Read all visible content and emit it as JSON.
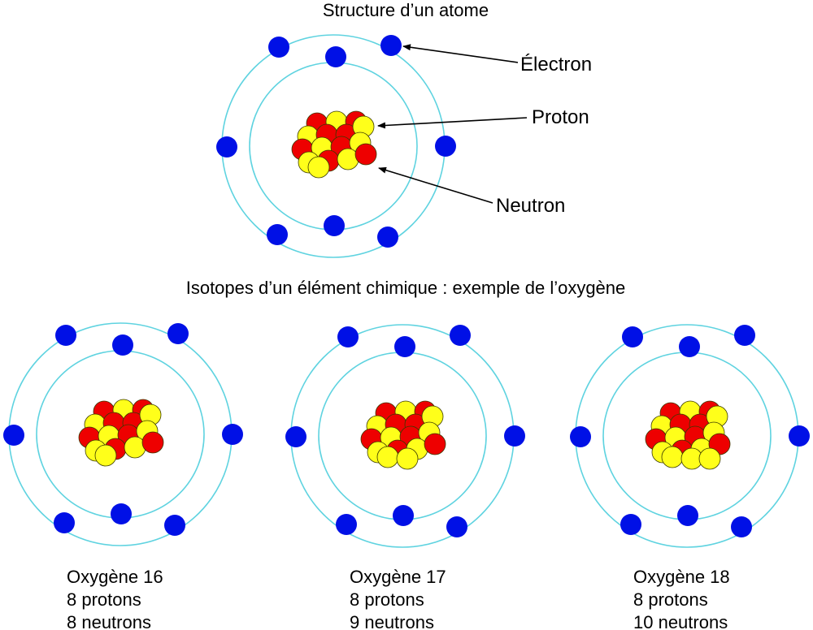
{
  "title": "Structure d’un atome",
  "labels": {
    "electron": "Électron",
    "proton": "Proton",
    "neutron": "Neutron"
  },
  "subtitle": "Isotopes d’un élément chimique : exemple de l’oxygène",
  "isotopes": [
    {
      "name": "Oxygène 16",
      "protons_text": "8 protons",
      "neutrons_text": "8 neutrons",
      "protons": 8,
      "neutrons": 8
    },
    {
      "name": "Oxygène 17",
      "protons_text": "8 protons",
      "neutrons_text": "9 neutrons",
      "protons": 8,
      "neutrons": 9
    },
    {
      "name": "Oxygène 18",
      "protons_text": "8 protons",
      "neutrons_text": "10 neutrons",
      "protons": 8,
      "neutrons": 10
    }
  ],
  "colors": {
    "orbit": "#5fd3e0",
    "electron": "#0010e6",
    "proton": "#ee0000",
    "neutron": "#ffff1a",
    "text": "#000000"
  }
}
